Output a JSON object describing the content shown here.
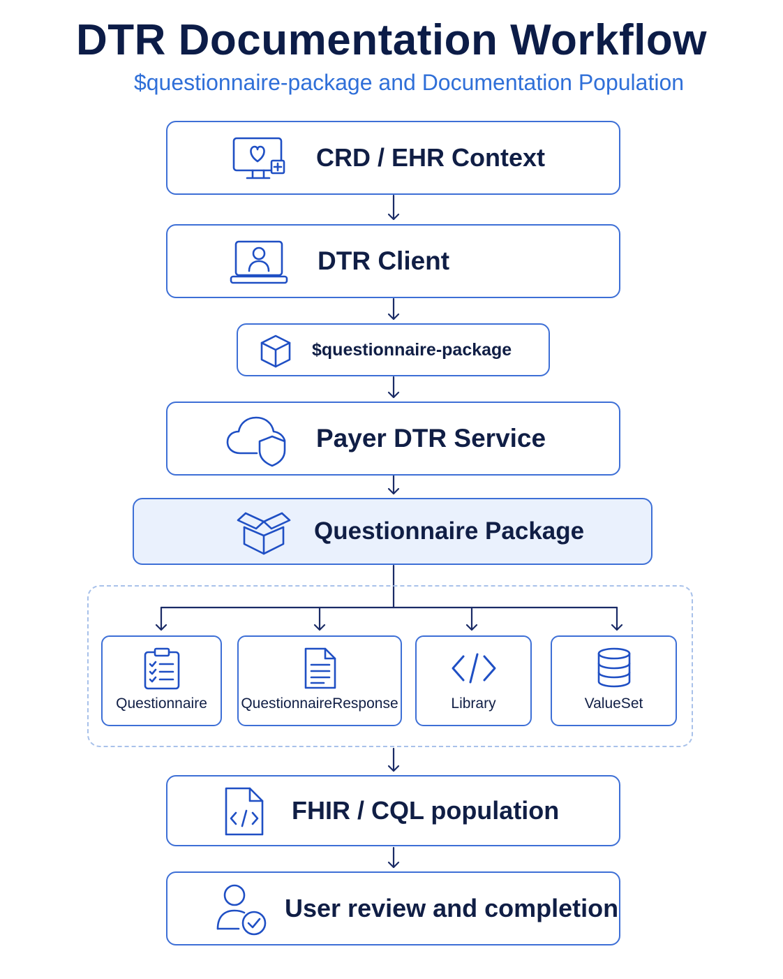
{
  "title": "DTR Documentation Workflow",
  "subtitle": "$questionnaire-package and Documentation Population",
  "colors": {
    "accent": "#3d6fd6",
    "title": "#0c1c47",
    "subtitle": "#2f6fd8",
    "highlight_fill": "#eaf1fd",
    "group_border": "#a8c1ea"
  },
  "steps": [
    {
      "label": "CRD / EHR Context",
      "icon": "monitor-heart-plus-icon"
    },
    {
      "label": "DTR Client",
      "icon": "laptop-user-icon"
    },
    {
      "label": "$questionnaire-package",
      "icon": "cube-icon"
    },
    {
      "label": "Payer DTR Service",
      "icon": "cloud-shield-icon"
    },
    {
      "label": "Questionnaire Package",
      "icon": "open-box-icon"
    }
  ],
  "resources": [
    {
      "label": "Questionnaire",
      "icon": "clipboard-checklist-icon"
    },
    {
      "label": "QuestionnaireResponse",
      "icon": "document-icon"
    },
    {
      "label": "Library",
      "icon": "code-icon"
    },
    {
      "label": "ValueSet",
      "icon": "database-icon"
    }
  ],
  "final_steps": [
    {
      "label": "FHIR / CQL population",
      "icon": "code-file-icon"
    },
    {
      "label": "User review and completion",
      "icon": "user-check-icon"
    }
  ]
}
